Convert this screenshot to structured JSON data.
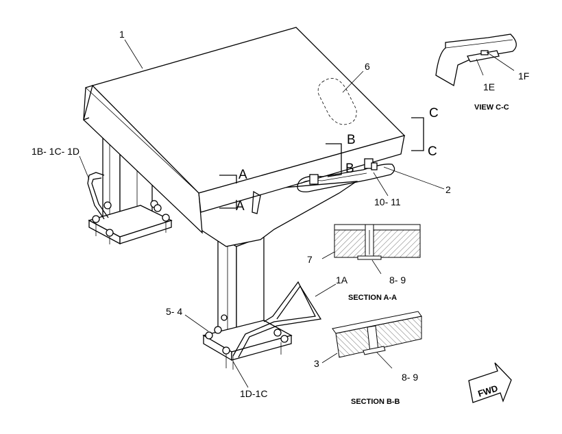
{
  "callouts": {
    "c1": "1",
    "c1a": "1A",
    "c1bcd": "1B- 1C- 1D",
    "c1d1c": "1D-1C",
    "c1e": "1E",
    "c1f": "1F",
    "c2": "2",
    "c3": "3",
    "c54": "5- 4",
    "c6": "6",
    "c7": "7",
    "c89a": "8- 9",
    "c89b": "8- 9",
    "c1011": "10- 11"
  },
  "section_marks": {
    "a_top": "A",
    "a_bot": "A",
    "b_top": "B",
    "b_bot": "B",
    "c_top": "C",
    "c_bot": "C"
  },
  "captions": {
    "view_cc": "VIEW C-C",
    "section_aa": "SECTION A-A",
    "section_bb": "SECTION B-B"
  },
  "fwd_label": "FWD"
}
